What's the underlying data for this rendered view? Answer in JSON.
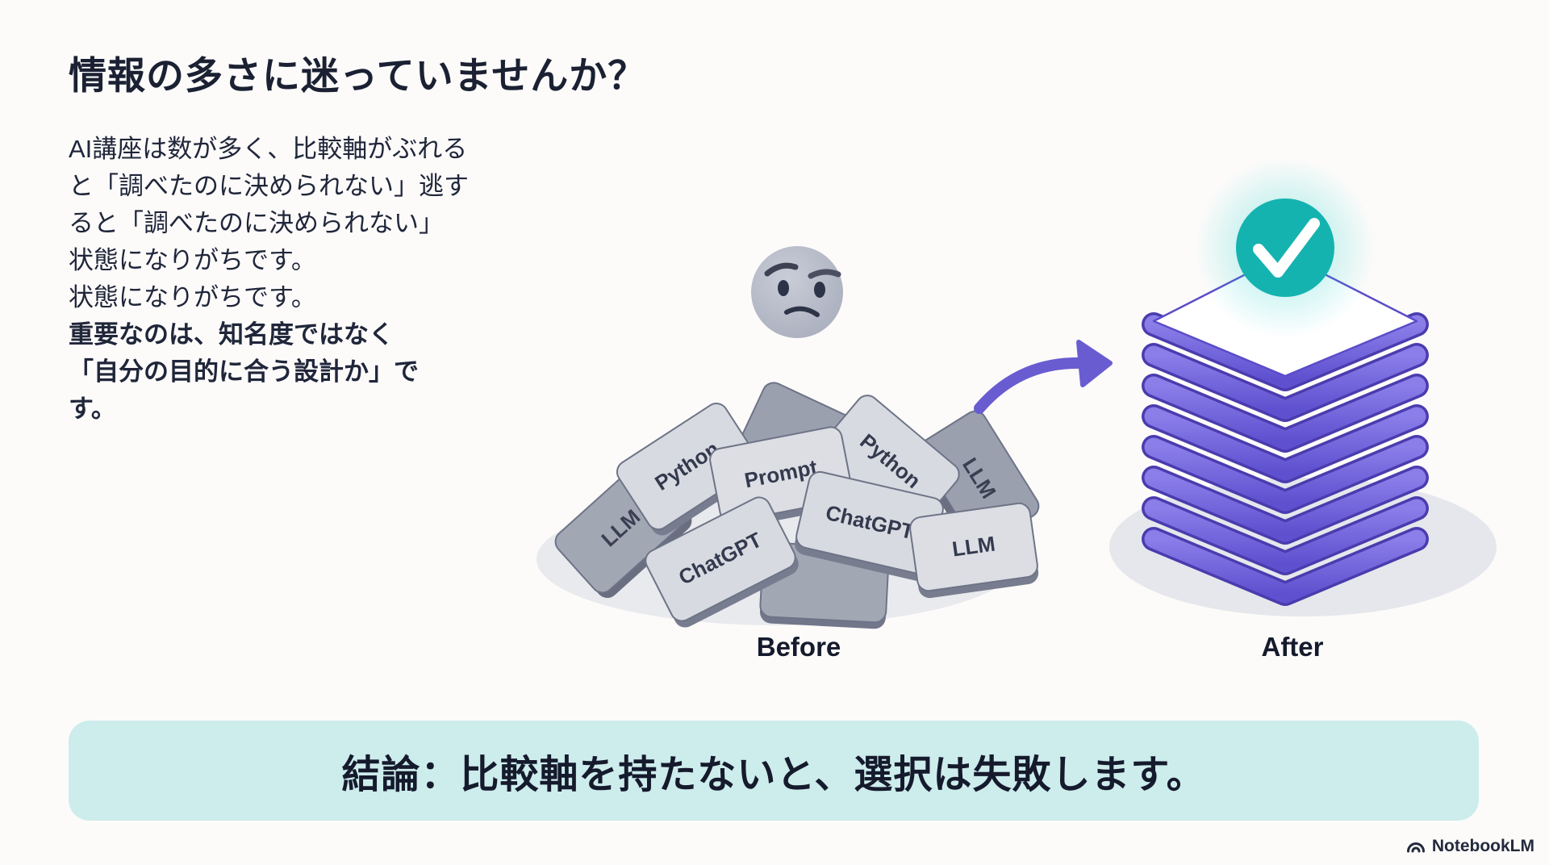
{
  "header": {
    "title": "情報の多さに迷っていませんか？"
  },
  "intro": {
    "regular": "AI講座は数が多く、比較軸がぶれる\nと「調べたのに決められない」逃す\nると「調べたのに決められない」\n状態になりがちです。\n状態になりがちです。",
    "bold": "重要なのは、知名度ではなく\n「自分の目的に合う設計か」で\nす。"
  },
  "comparison": {
    "before_label": "Before",
    "after_label": "After",
    "cards": [
      {
        "label": "LLM"
      },
      {
        "label": "Python"
      },
      {
        "label": "Python"
      },
      {
        "label": "LLM"
      },
      {
        "label": "Prompt"
      },
      {
        "label": "ChatGPT"
      },
      {
        "label": "ChatGPT"
      },
      {
        "label": "LLM"
      }
    ]
  },
  "conclusion": {
    "text": "結論：比較軸を持たないと、選択は失敗します。"
  },
  "footer": {
    "brand": "NotebookLM"
  },
  "colors": {
    "accent_purple": "#6a5cd6",
    "accent_teal": "#14b3b0",
    "banner_background": "#cdecec",
    "text_dark": "#1c2133"
  }
}
